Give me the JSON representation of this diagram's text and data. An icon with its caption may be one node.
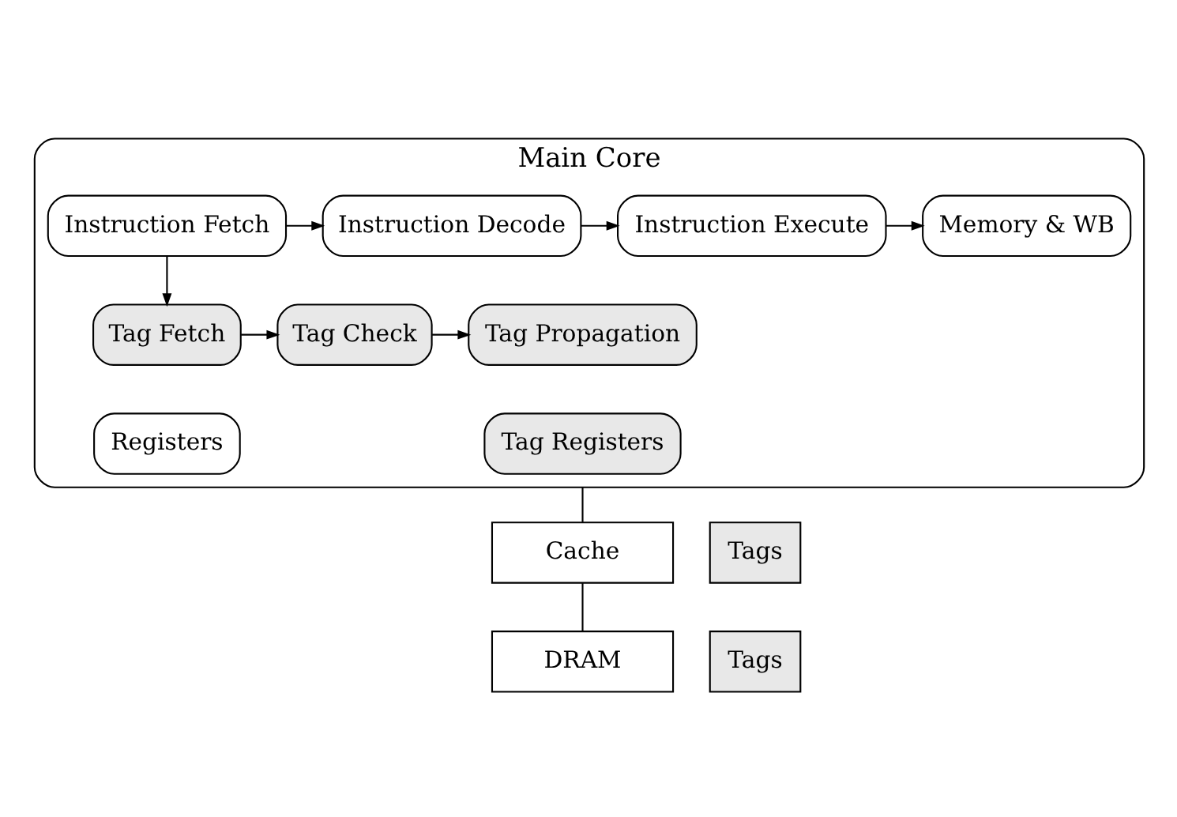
{
  "diagram": {
    "nodes": [
      {
        "text": [
          "Main Core"
        ]
      },
      {
        "text": [
          "Instruction Fetch"
        ],
        "in": 0
      },
      {
        "text": [
          "Instruction Decode"
        ],
        "in": 0
      },
      {
        "text": [
          "Instruction Execute"
        ],
        "in": 0
      },
      {
        "text": [
          "Memory & WB"
        ],
        "in": 0
      },
      {
        "text": [
          "Tag Fetch"
        ],
        "in": 0
      },
      {
        "text": [
          "Tag Check"
        ],
        "in": 0
      },
      {
        "text": [
          "Tag Propagation"
        ],
        "in": 0
      },
      {
        "text": [
          "Registers"
        ],
        "in": 0
      },
      {
        "text": [
          "Tag Registers"
        ],
        "in": 0
      },
      {
        "text": [
          "Cache"
        ]
      },
      {
        "text": [
          "Tags"
        ]
      },
      {
        "text": [
          "DRAM"
        ]
      },
      {
        "text": [
          "Tags"
        ]
      }
    ],
    "edges": [
      {
        "from": 1,
        "to": 2,
        "arrow": "to"
      },
      {
        "from": 2,
        "to": 3,
        "arrow": "to"
      },
      {
        "from": 3,
        "to": 4,
        "arrow": "to"
      },
      {
        "from": 1,
        "to": 5,
        "arrow": "to"
      },
      {
        "from": 5,
        "to": 6,
        "arrow": "to"
      },
      {
        "from": 6,
        "to": 7,
        "arrow": "to"
      },
      {
        "from": 0,
        "to": 10,
        "arrow": "none"
      },
      {
        "from": 10,
        "to": 12,
        "arrow": "none"
      }
    ]
  }
}
